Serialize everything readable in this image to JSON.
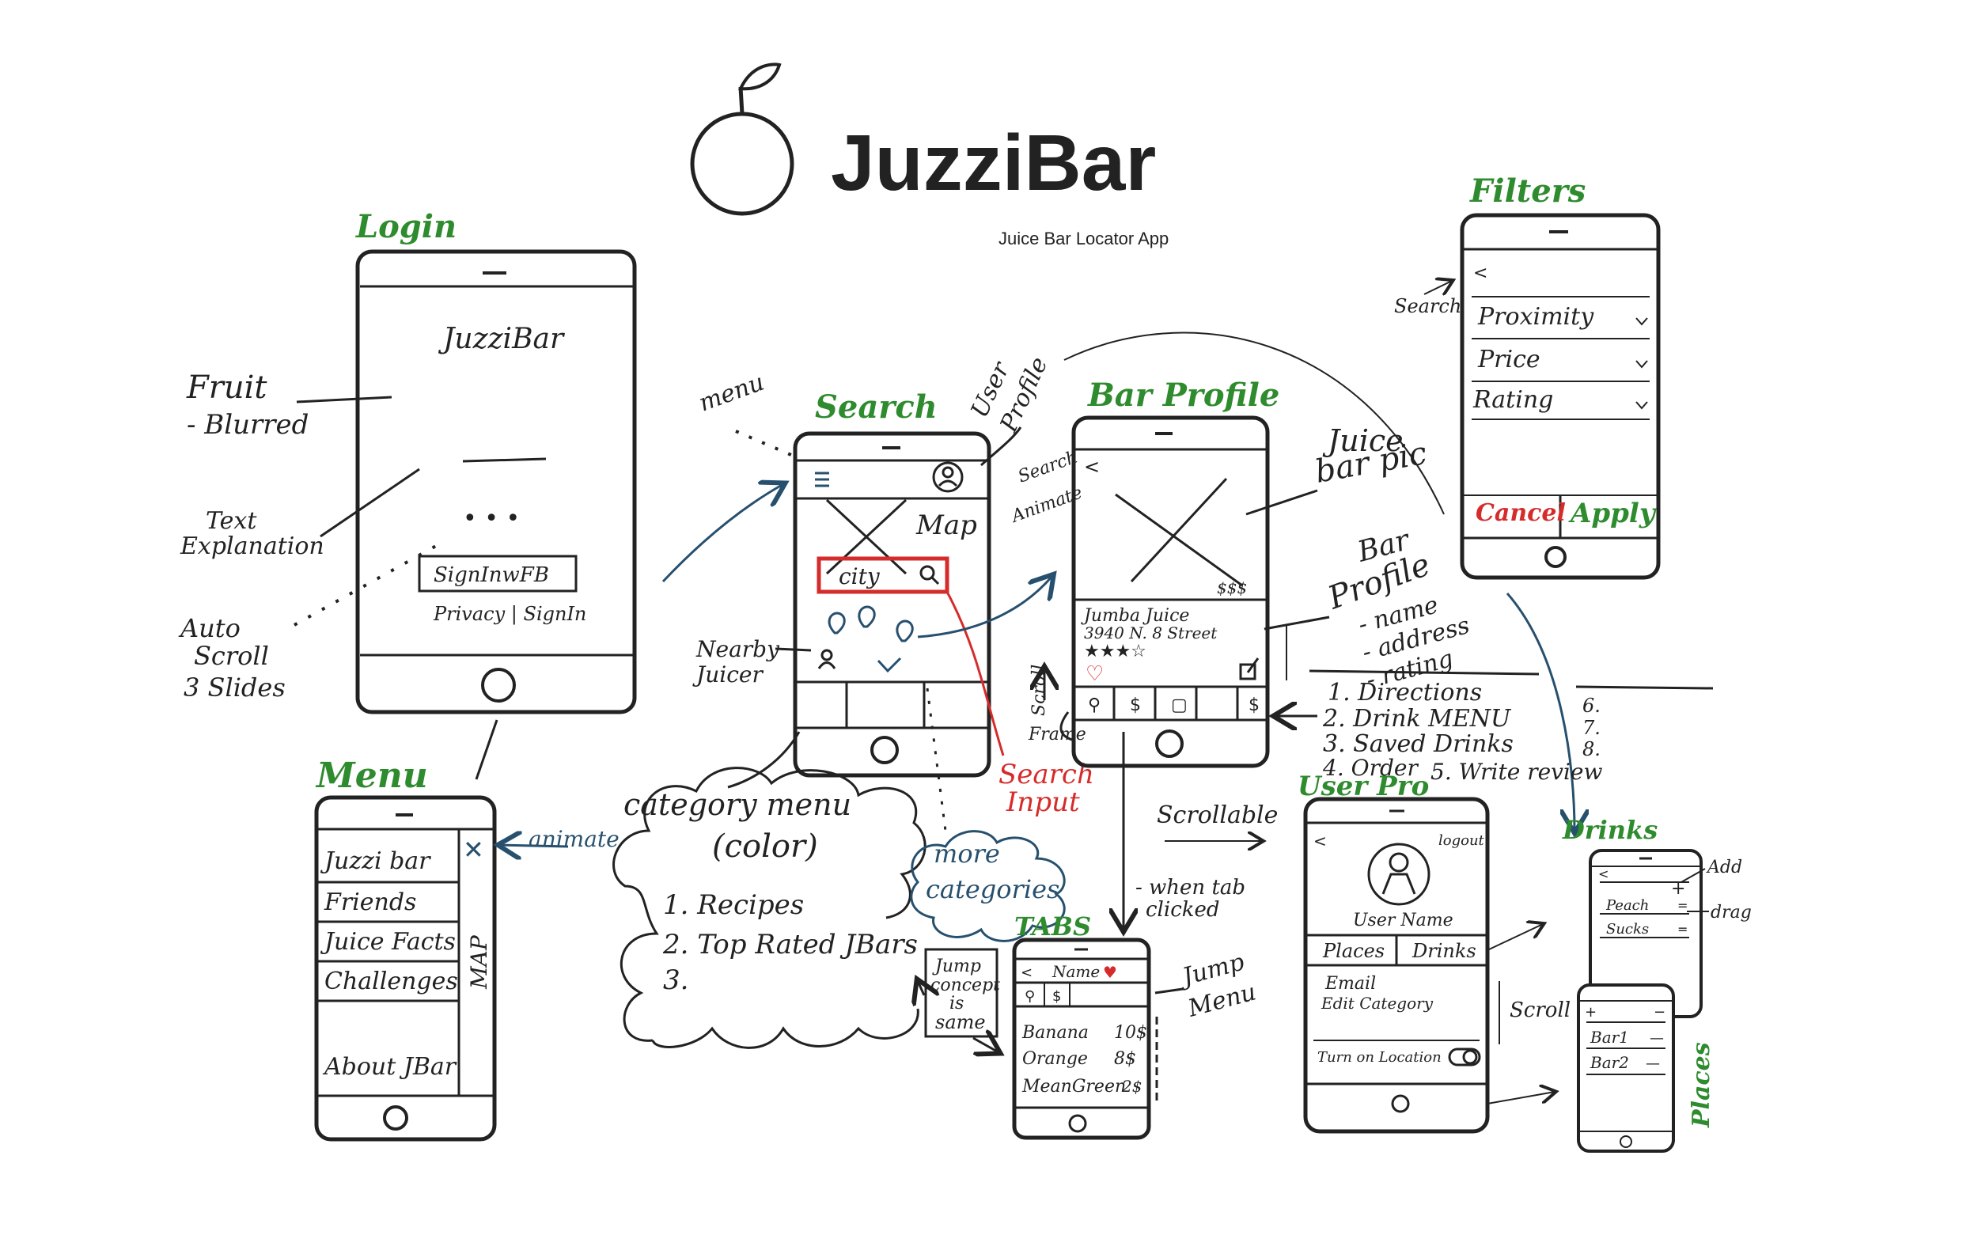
{
  "brand": {
    "name": "JuzziBar",
    "subtitle": "Juice Bar Locator App"
  },
  "colors": {
    "ink": "#222222",
    "green": "#2e8b2e",
    "red": "#d62b2b",
    "blue": "#27506e"
  },
  "login": {
    "title": "Login",
    "app_name": "JuzziBar",
    "dots": "• • •",
    "signin_button": "SignInwFB",
    "footer_links": "Privacy | SignIn",
    "notes": {
      "fruit_1": "Fruit",
      "fruit_2": "- Blurred",
      "text_1": "Text",
      "text_2": "Explanation",
      "auto_1": "Auto",
      "auto_2": "Scroll",
      "auto_3": "3 Slides"
    }
  },
  "menu": {
    "title": "Menu",
    "items": [
      "Juzzi bar",
      "Friends",
      "Juice Facts",
      "Challenges"
    ],
    "about": "About JBar",
    "map_label": "MAP",
    "close_glyph": "✕",
    "animate_note": "animate"
  },
  "search": {
    "title": "Search",
    "map_label": "Map",
    "city_input": "city",
    "menu_note": "menu",
    "user_profile_note_1": "User",
    "user_profile_note_2": "Profile",
    "nearby_1": "Nearby",
    "nearby_2": "Juicer",
    "search_input_1": "Search",
    "search_input_2": "Input",
    "search_animate_1": "Search",
    "search_animate_2": "Animate"
  },
  "category": {
    "title_1": "category menu",
    "title_2": "(color)",
    "items": [
      "1. Recipes",
      "2. Top Rated JBars",
      "3."
    ],
    "more_1": "more",
    "more_2": "categories",
    "jump_1": "Jump",
    "jump_2": "concept",
    "jump_3": "is",
    "jump_4": "same"
  },
  "bar_profile": {
    "title": "Bar Profile",
    "price": "$$$",
    "bar_name": "Jumba Juice",
    "bar_address": "3940 N. 8 Street",
    "rating": "★★★☆",
    "tab_glyphs": [
      "⚲",
      "$",
      "▢",
      "$"
    ],
    "juice_pic_1": "Juice",
    "juice_pic_2": "bar pic",
    "profile_note_1": "Bar",
    "profile_note_2": "Profile",
    "profile_list": [
      "- name",
      "- address",
      "- rating"
    ],
    "scroll_1": "Scroll",
    "scroll_2": "Frame",
    "actions": [
      "1. Directions",
      "2. Drink MENU",
      "3. Saved Drinks",
      "4. Order",
      "5. Write review"
    ],
    "actions_more": [
      "6.",
      "7.",
      "8."
    ],
    "scrollable": "Scrollable",
    "when_tab_1": "- when tab",
    "when_tab_2": "clicked"
  },
  "tabs": {
    "title": "TABS",
    "header": "Name",
    "rows": [
      {
        "name": "Banana",
        "val": "10$"
      },
      {
        "name": "Orange",
        "val": "8$"
      },
      {
        "name": "MeanGreen",
        "val": "2$"
      }
    ],
    "jump_menu_1": "Jump",
    "jump_menu_2": "Menu"
  },
  "filters": {
    "title": "Filters",
    "search_note": "Search",
    "back": "<",
    "rows": [
      "Proximity",
      "Price",
      "Rating"
    ],
    "cancel": "Cancel",
    "apply": "Apply"
  },
  "user_pro": {
    "title": "User Pro",
    "logout": "logout",
    "user_name": "User Name",
    "tab_places": "Places",
    "tab_drinks": "Drinks",
    "email": "Email",
    "edit_category": "Edit Category",
    "location": "Turn on Location",
    "scroll": "Scroll"
  },
  "drinks": {
    "title": "Drinks",
    "add_note": "Add",
    "drag_note": "drag",
    "rows": [
      "Peach",
      "Sucks"
    ]
  },
  "places": {
    "title": "Places",
    "rows": [
      "Bar1",
      "Bar2"
    ]
  }
}
